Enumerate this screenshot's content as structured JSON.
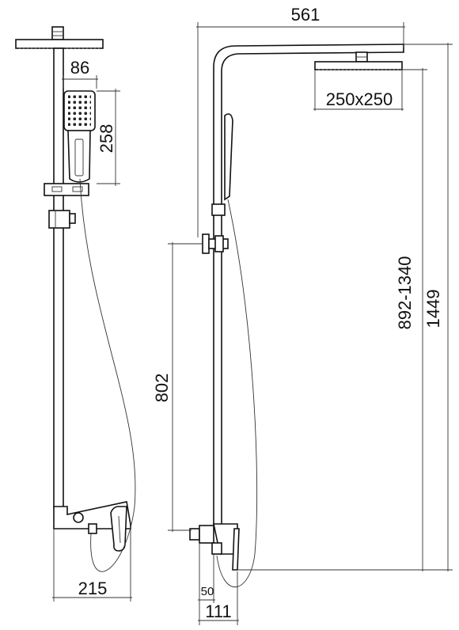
{
  "drawing": {
    "front_view": {
      "dim_handshower_width": "86",
      "dim_handshower_height": "258",
      "dim_mixer_projection": "215"
    },
    "side_view": {
      "dim_overall_reach": "561",
      "dim_head_size": "250x250",
      "dim_adjustable_height": "892-1340",
      "dim_total_height": "1449",
      "dim_mixer_height": "802",
      "dim_wall_offset": "50",
      "dim_mixer_depth": "111"
    }
  }
}
